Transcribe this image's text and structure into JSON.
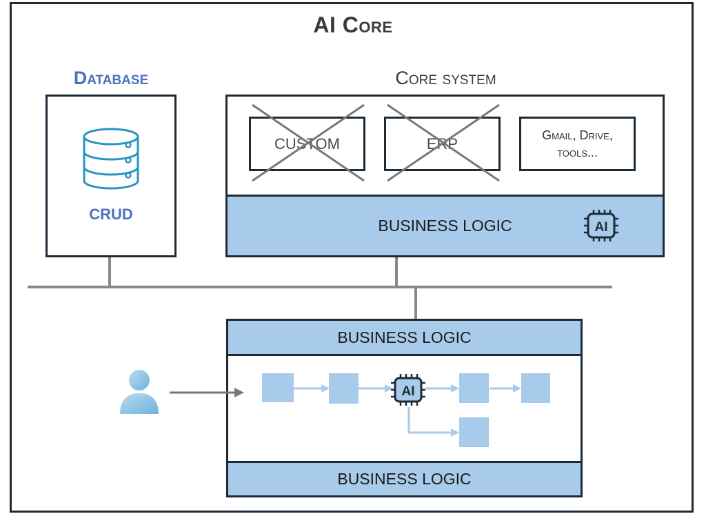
{
  "title": "AI Core",
  "database": {
    "label": "Database",
    "crud": "CRUD",
    "icon": "database-icon"
  },
  "core_system": {
    "label": "Core system",
    "modules": [
      {
        "label": "CUSTOM",
        "crossed_out": true
      },
      {
        "label": "ERP",
        "crossed_out": true
      },
      {
        "label_line1": "Gmail, Drive,",
        "label_line2": "tools...",
        "crossed_out": false
      }
    ],
    "business_logic": "BUSINESS LOGIC"
  },
  "bottom_system": {
    "top_business_logic": "BUSINESS LOGIC",
    "bottom_business_logic": "BUSINESS LOGIC"
  },
  "ai_chip": {
    "label": "AI",
    "icon": "ai-chip-icon"
  },
  "user": {
    "icon": "user-icon"
  },
  "colors": {
    "accent_blue": "#a8caeb",
    "border": "#1d2b36",
    "title_blue": "#4a72c0",
    "connector": "#888888"
  }
}
